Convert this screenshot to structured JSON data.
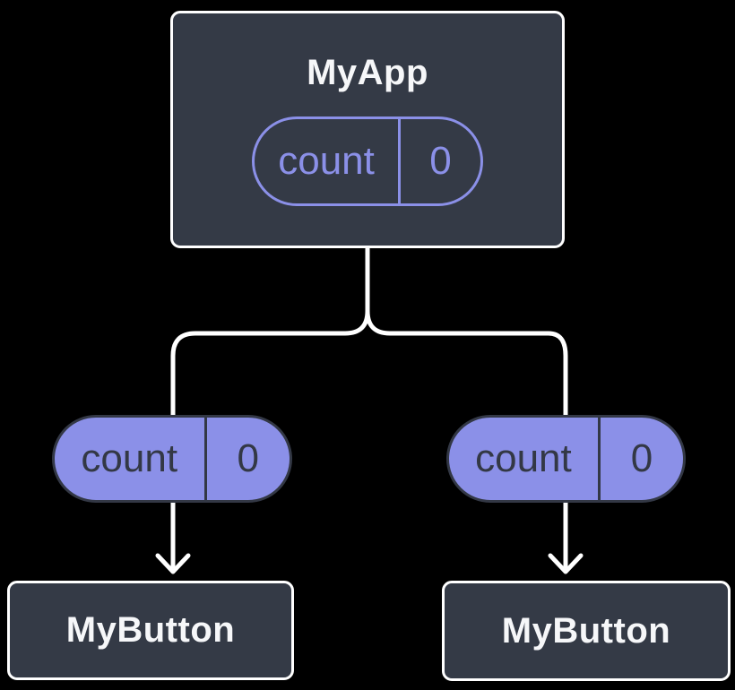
{
  "colors": {
    "background": "#000000",
    "node_fill": "#343A46",
    "node_border": "#FFFFFF",
    "accent": "#8B90E8",
    "pill_dark": "#333845",
    "text_light": "#F6F7F9",
    "connector": "#FFFFFF"
  },
  "tree": {
    "root": {
      "title": "MyApp",
      "state_pill": {
        "label": "count",
        "value": "0"
      }
    },
    "children": [
      {
        "title": "MyButton",
        "prop_pill": {
          "label": "count",
          "value": "0"
        }
      },
      {
        "title": "MyButton",
        "prop_pill": {
          "label": "count",
          "value": "0"
        }
      }
    ]
  }
}
